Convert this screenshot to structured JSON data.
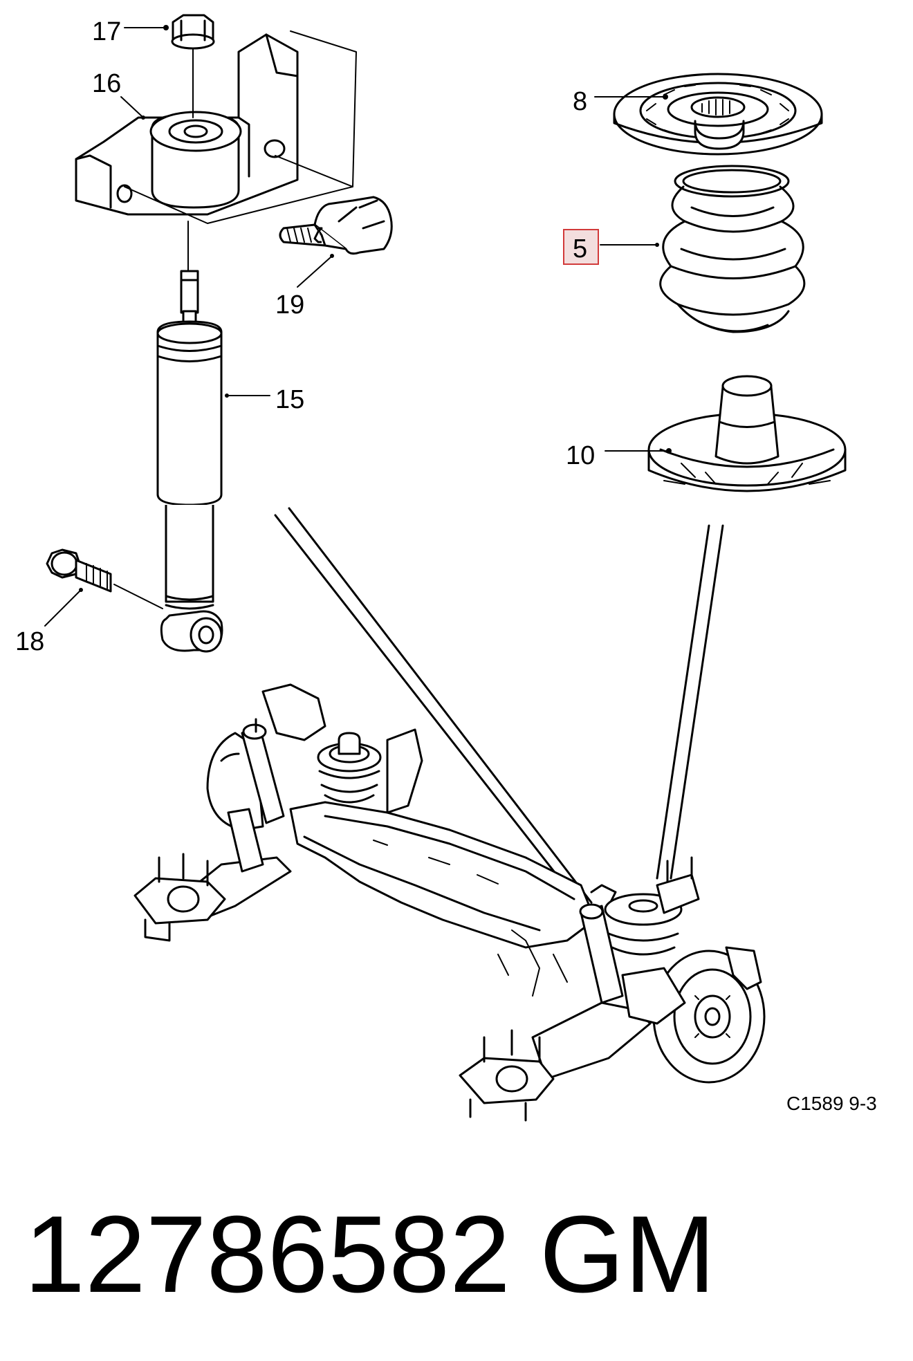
{
  "callouts": [
    {
      "id": "17",
      "label": "17"
    },
    {
      "id": "16",
      "label": "16"
    },
    {
      "id": "8",
      "label": "8"
    },
    {
      "id": "5",
      "label": "5",
      "highlighted": true
    },
    {
      "id": "19",
      "label": "19"
    },
    {
      "id": "15",
      "label": "15"
    },
    {
      "id": "10",
      "label": "10"
    },
    {
      "id": "18",
      "label": "18"
    }
  ],
  "diagram_ref": "C1589 9-3",
  "part_number": "12786582",
  "brand": "GM",
  "colors": {
    "line": "#000000",
    "highlight_border": "#d23a3a",
    "highlight_fill": "#f3dede",
    "background": "#ffffff"
  }
}
